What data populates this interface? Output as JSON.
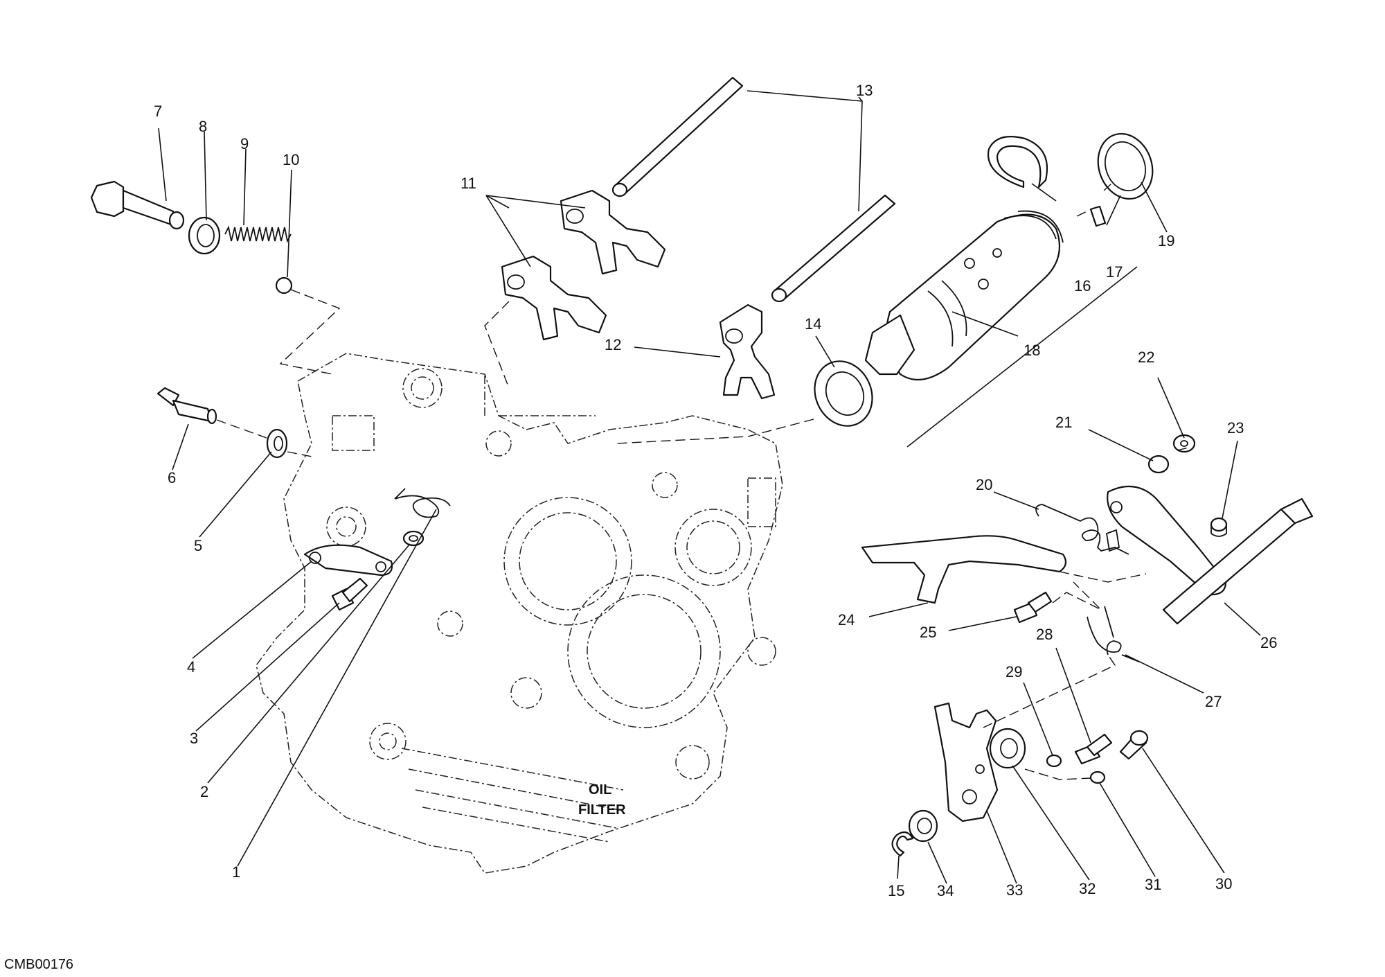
{
  "diagram": {
    "code": "CMB00176",
    "case_text": [
      "OIL",
      "FILTER"
    ],
    "callouts": [
      "1",
      "2",
      "3",
      "4",
      "5",
      "6",
      "7",
      "8",
      "9",
      "10",
      "11",
      "12",
      "13",
      "14",
      "15",
      "16",
      "17",
      "18",
      "19",
      "20",
      "21",
      "22",
      "23",
      "24",
      "25",
      "26",
      "27",
      "28",
      "29",
      "30",
      "31",
      "32",
      "33",
      "34"
    ]
  }
}
